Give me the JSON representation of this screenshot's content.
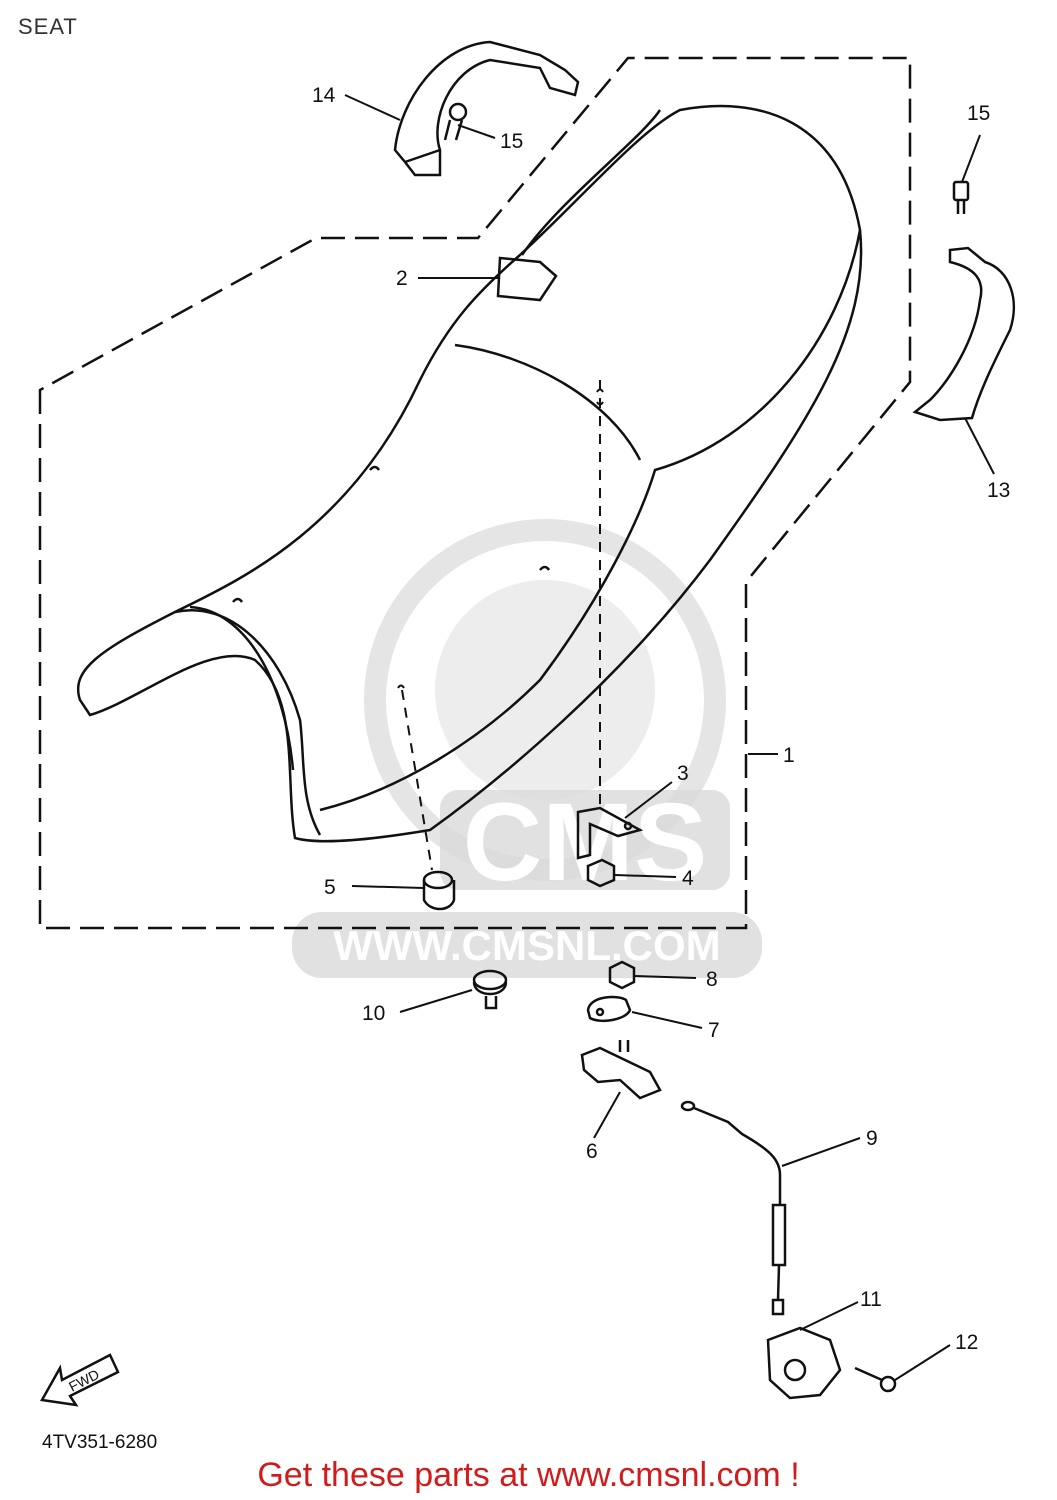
{
  "title": "SEAT",
  "drawing_code": "4TV351-6280",
  "promo": "Get these parts at www.cmsnl.com !",
  "watermark": {
    "brand": "CMS",
    "url": "WWW.CMSNL.COM"
  },
  "fwd_label": "FWD",
  "callouts": {
    "c1": "1",
    "c2": "2",
    "c3": "3",
    "c4": "4",
    "c5": "5",
    "c6": "6",
    "c7": "7",
    "c8": "8",
    "c9": "9",
    "c10": "10",
    "c11": "11",
    "c12": "12",
    "c13": "13",
    "c14": "14",
    "c15a": "15",
    "c15b": "15"
  },
  "colors": {
    "line": "#111111",
    "promo": "#d21b1b",
    "watermark": "#dcdcdc"
  }
}
